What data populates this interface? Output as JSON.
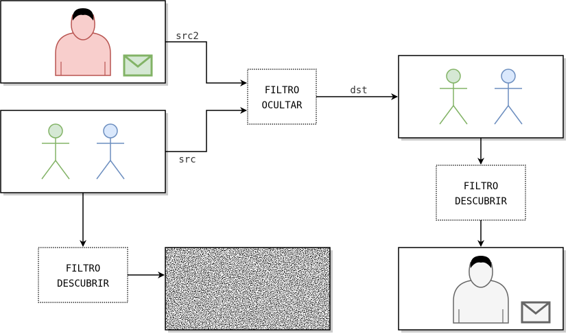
{
  "labels": {
    "src2": "src2",
    "src": "src",
    "dst": "dst"
  },
  "filters": {
    "hide_line1": "FILTRO",
    "hide_line2": "OCULTAR",
    "reveal_right_line1": "FILTRO",
    "reveal_right_line2": "DESCUBRIR",
    "reveal_left_line1": "FILTRO",
    "reveal_left_line2": "DESCUBRIR"
  },
  "colors": {
    "green_fill": "#d5e8d4",
    "green_stroke": "#82b366",
    "blue_fill": "#dae8fc",
    "blue_stroke": "#6c8ebf",
    "red_fill": "#f8cecc",
    "red_stroke": "#b85450",
    "gray_fill": "#f5f5f5",
    "gray_stroke": "#666666",
    "shadow": "#cccccc"
  },
  "icons": {
    "secret_person": "woman-with-envelope",
    "actors": "stick-figures",
    "noise": "random-noise"
  }
}
